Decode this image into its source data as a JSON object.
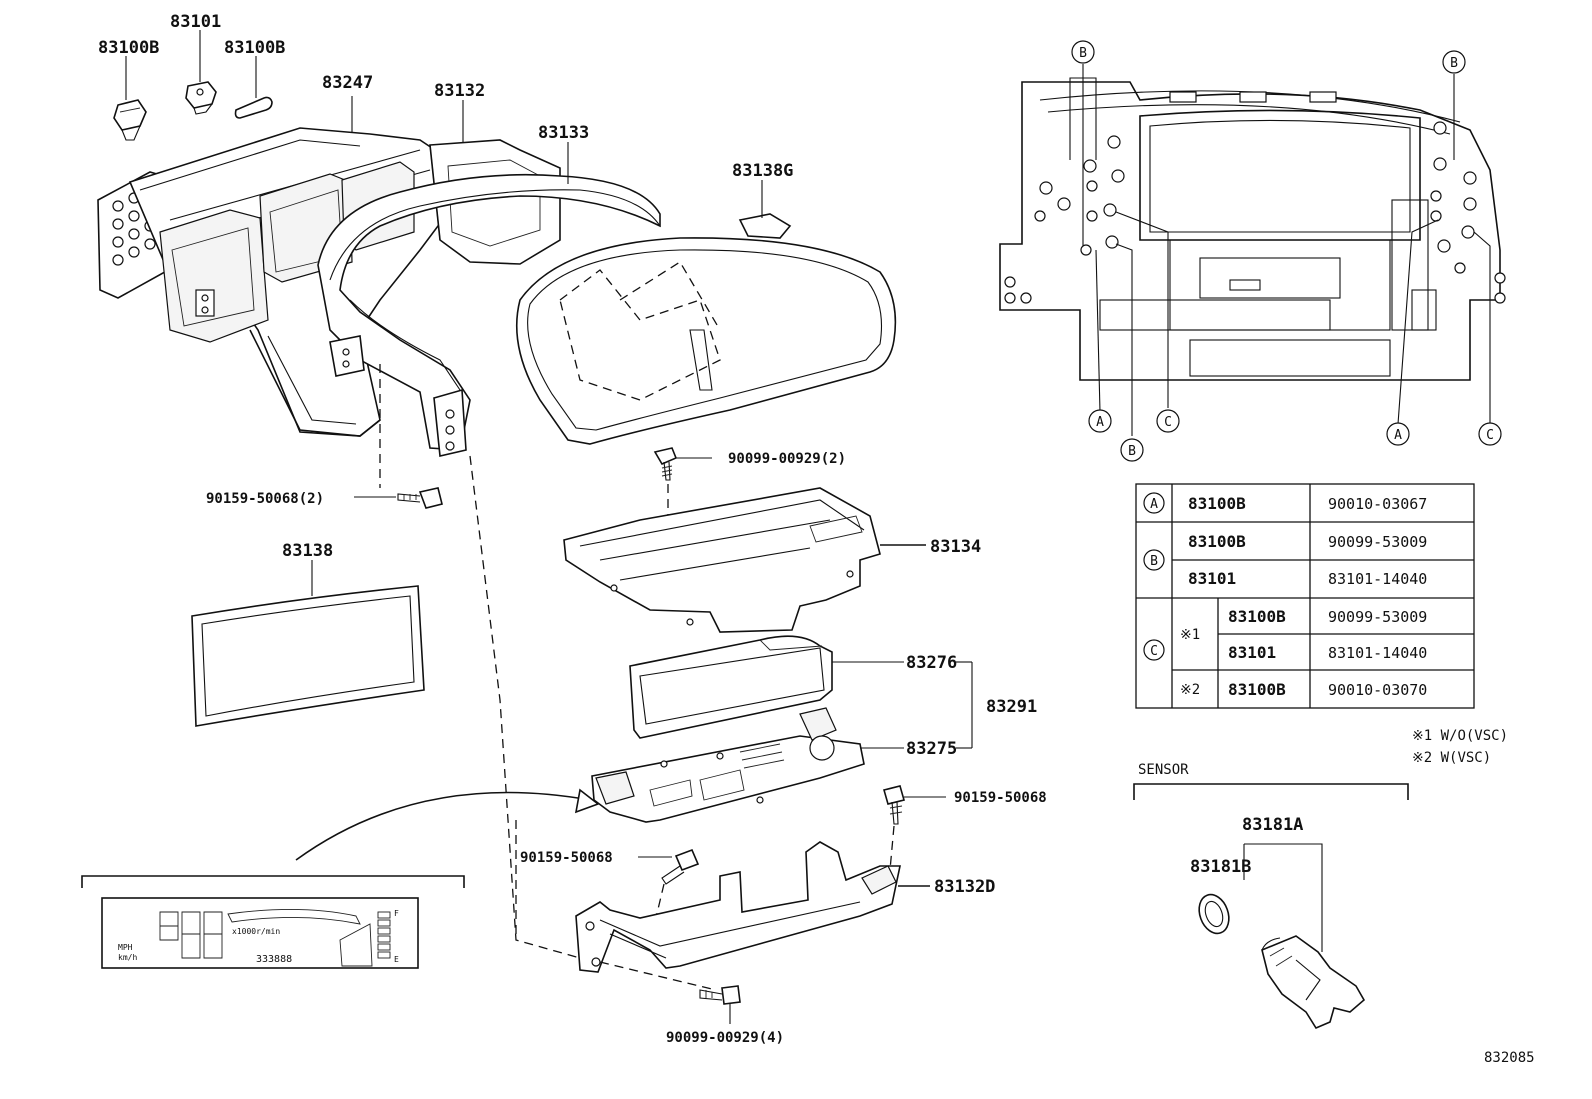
{
  "labels": {
    "l_83101": "83101",
    "l_83100b_a": "83100B",
    "l_83100b_b": "83100B",
    "l_83247": "83247",
    "l_83132": "83132",
    "l_83133": "83133",
    "l_83138g": "83138G",
    "l_90099_00929_2": "90099-00929(2)",
    "l_90159_50068_2": "90159-50068(2)",
    "l_83138": "83138",
    "l_83134": "83134",
    "l_83276": "83276",
    "l_83291": "83291",
    "l_83275": "83275",
    "l_90159_50068_r": "90159-50068",
    "l_90159_50068_l": "90159-50068",
    "l_83132d": "83132D",
    "l_90099_00929_4": "90099-00929(4)",
    "l_sensor": "SENSOR",
    "l_83181a": "83181A",
    "l_83181b": "83181B",
    "l_ref": "832085"
  },
  "callouts": {
    "A": "A",
    "B": "B",
    "C": "C"
  },
  "table": {
    "rows": [
      {
        "group": "A",
        "sub": "",
        "part": "83100B",
        "code": "90010-03067"
      },
      {
        "group": "B",
        "sub": "",
        "part": "83100B",
        "code": "90099-53009"
      },
      {
        "group": "B",
        "sub": "",
        "part": "83101",
        "code": "83101-14040"
      },
      {
        "group": "C",
        "sub": "※1",
        "part": "83100B",
        "code": "90099-53009"
      },
      {
        "group": "C",
        "sub": "※1",
        "part": "83101",
        "code": "83101-14040"
      },
      {
        "group": "C",
        "sub": "※2",
        "part": "83100B",
        "code": "90010-03070"
      }
    ],
    "sub1": "※1",
    "sub2": "※2"
  },
  "notes": {
    "note1": "※1 W/O(VSC)",
    "note2": "※2 W(VSC)"
  },
  "display": {
    "unit_top": "x1000r/min",
    "mph": "MPH",
    "kmh": "km/h",
    "odo": "333888",
    "f": "F",
    "e": "E"
  }
}
